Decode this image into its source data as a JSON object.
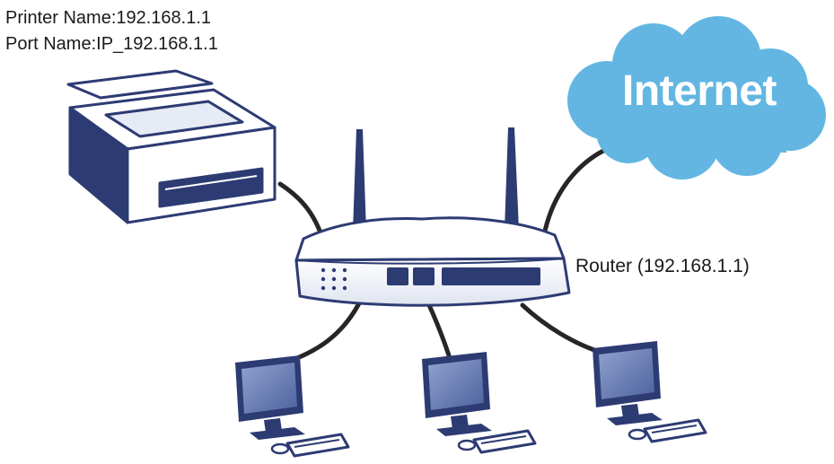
{
  "printer": {
    "name_label": "Printer Name:192.168.1.1",
    "port_label": "Port Name:IP_192.168.1.1"
  },
  "router": {
    "label": "Router (192.168.1.1)"
  },
  "internet": {
    "label": "Internet"
  },
  "computers": [
    {
      "icon": "desktop-computer-icon"
    },
    {
      "icon": "desktop-computer-icon"
    },
    {
      "icon": "desktop-computer-icon"
    }
  ],
  "colors": {
    "device_blue": "#2d3b73",
    "screen_blue": "#6f86bd",
    "cloud_blue": "#63b6e2",
    "cable": "#262626"
  }
}
